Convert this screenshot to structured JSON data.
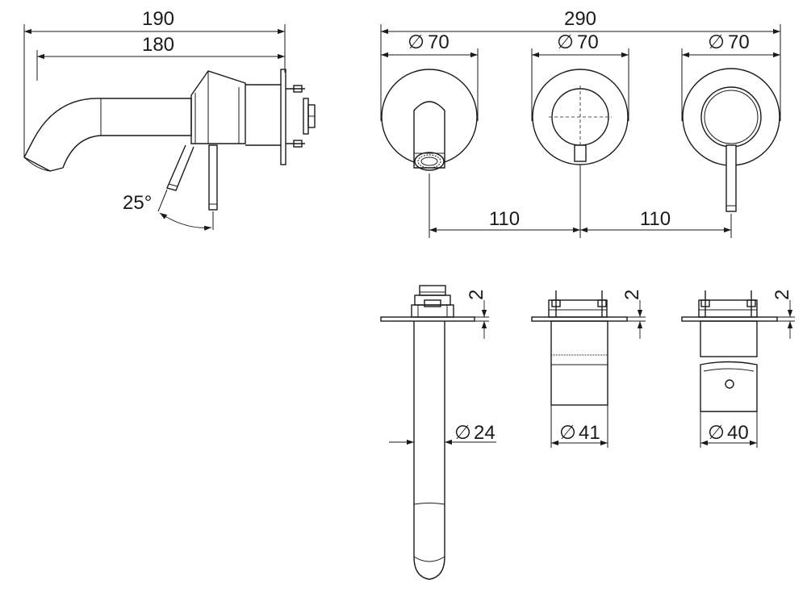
{
  "side_view": {
    "overall_length": "190",
    "spout_length": "180",
    "lever_angle": "25°"
  },
  "front_view": {
    "overall_width": "290",
    "spout_plate_dia": "70",
    "mixer_plate_dia": "70",
    "right_plate_dia": "70",
    "spacing_left": "110",
    "spacing_right": "110"
  },
  "bottom_views": {
    "spout_plate_thickness": "2",
    "mixer_plate_thickness": "2",
    "right_plate_thickness": "2",
    "spout_body_dia": "24",
    "mixer_body_dia": "41",
    "right_body_dia": "40"
  },
  "diameter_symbol": "∅"
}
